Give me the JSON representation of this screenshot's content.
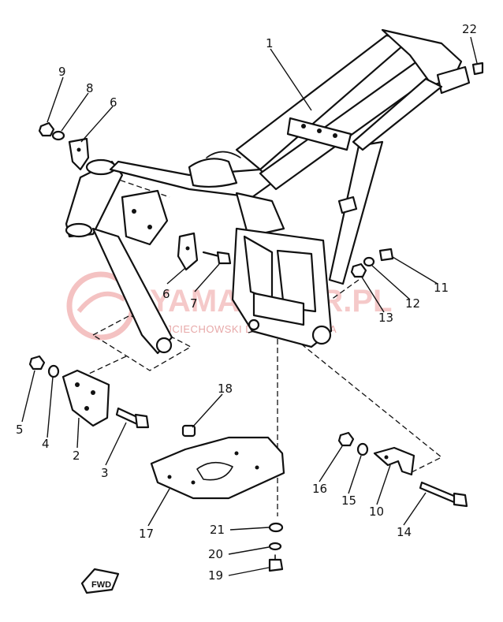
{
  "watermark": {
    "main_text": "YAMASZLER.PL",
    "sub_text": "WOJCIECHOWSKI DEALER YAMAHA",
    "color": "#e77b7b"
  },
  "fwd_label": "FWD",
  "callouts": [
    {
      "id": "1",
      "label": "1"
    },
    {
      "id": "2",
      "label": "2"
    },
    {
      "id": "3",
      "label": "3"
    },
    {
      "id": "4",
      "label": "4"
    },
    {
      "id": "5",
      "label": "5"
    },
    {
      "id": "6a",
      "label": "6"
    },
    {
      "id": "6b",
      "label": "6"
    },
    {
      "id": "7",
      "label": "7"
    },
    {
      "id": "8",
      "label": "8"
    },
    {
      "id": "9",
      "label": "9"
    },
    {
      "id": "10",
      "label": "10"
    },
    {
      "id": "11",
      "label": "11"
    },
    {
      "id": "12",
      "label": "12"
    },
    {
      "id": "13",
      "label": "13"
    },
    {
      "id": "14",
      "label": "14"
    },
    {
      "id": "15",
      "label": "15"
    },
    {
      "id": "16",
      "label": "16"
    },
    {
      "id": "17",
      "label": "17"
    },
    {
      "id": "18",
      "label": "18"
    },
    {
      "id": "19",
      "label": "19"
    },
    {
      "id": "20",
      "label": "20"
    },
    {
      "id": "21",
      "label": "21"
    },
    {
      "id": "22",
      "label": "22"
    }
  ]
}
